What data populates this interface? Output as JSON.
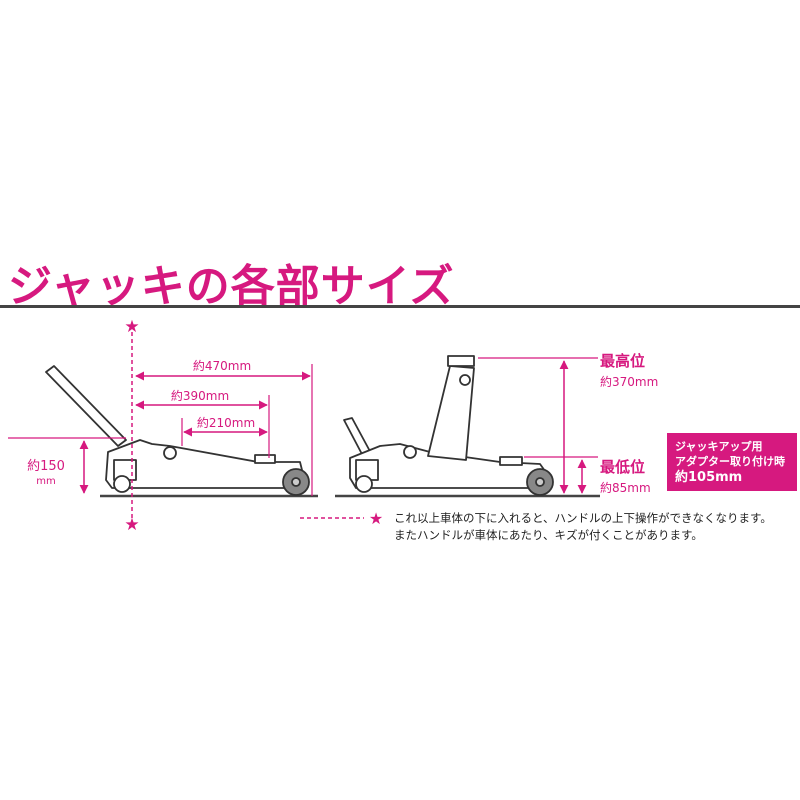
{
  "title": "ジャッキの各部サイズ",
  "dimensions": {
    "length_overall": "約470mm",
    "length_mid": "約390mm",
    "length_short": "約210mm",
    "handle_height_value": "約150",
    "handle_height_unit": "mm"
  },
  "heights": {
    "max_label": "最高位",
    "max_value": "約370mm",
    "min_label": "最低位",
    "min_value": "約85mm"
  },
  "adapter_note": {
    "line1": "ジャッキアップ用",
    "line2": "アダプター取り付け時",
    "line3": "約105mm"
  },
  "star_symbol": "★",
  "warning": {
    "line1": "これ以上車体の下に入れると、ハンドルの上下操作ができなくなります。",
    "line2": "またハンドルが車体にあたり、キズが付くことがあります。"
  },
  "colors": {
    "accent": "#d6197f",
    "line": "#444444",
    "wheel": "#888888"
  }
}
